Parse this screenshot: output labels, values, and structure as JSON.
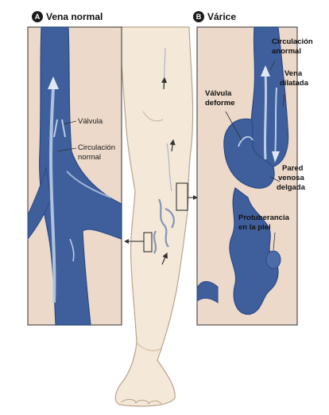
{
  "panels": {
    "normal": {
      "badge": "A",
      "title": "Vena normal"
    },
    "varicose": {
      "badge": "B",
      "title": "Várice"
    }
  },
  "labels": {
    "valve": "Válvula",
    "normal_circulation_1": "Circulación",
    "normal_circulation_2": "normal",
    "abnormal_circulation_1": "Circulación",
    "abnormal_circulation_2": "anormal",
    "dilated_vein_1": "Vena",
    "dilated_vein_2": "dilatada",
    "deformed_valve_1": "Válvula",
    "deformed_valve_2": "deforme",
    "thin_wall_1": "Pared",
    "thin_wall_2": "venosa",
    "thin_wall_3": "delgada",
    "bulge_1": "Protuberancia",
    "bulge_2": "en la piel"
  },
  "colors": {
    "vein": "#3e5f9c",
    "vein_dark": "#2c4a85",
    "vein_light": "#b9cde6",
    "skin": "#f4e8d8",
    "skin_line": "#b8a48c",
    "panel_bg": "#ecd9c9"
  }
}
